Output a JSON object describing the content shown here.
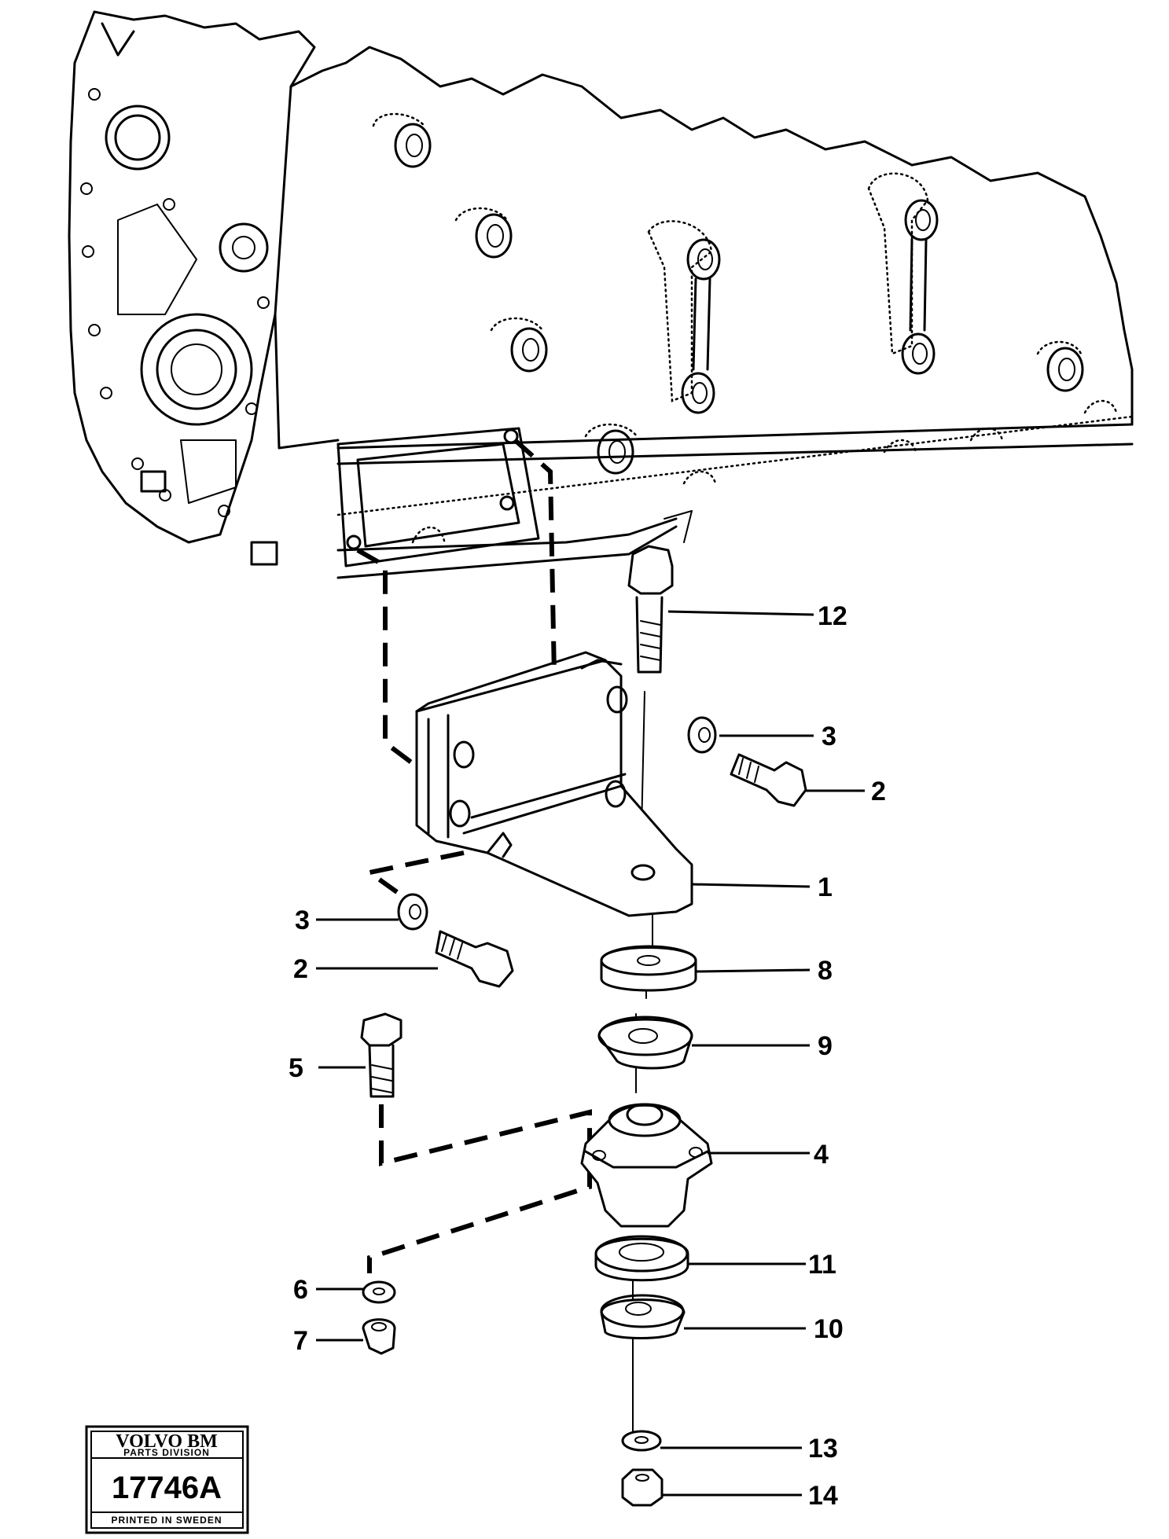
{
  "callouts": [
    {
      "id": "12",
      "label": "12"
    },
    {
      "id": "3a",
      "label": "3"
    },
    {
      "id": "2a",
      "label": "2"
    },
    {
      "id": "1",
      "label": "1"
    },
    {
      "id": "3b",
      "label": "3"
    },
    {
      "id": "2b",
      "label": "2"
    },
    {
      "id": "8",
      "label": "8"
    },
    {
      "id": "9",
      "label": "9"
    },
    {
      "id": "5",
      "label": "5"
    },
    {
      "id": "4",
      "label": "4"
    },
    {
      "id": "11",
      "label": "11"
    },
    {
      "id": "6",
      "label": "6"
    },
    {
      "id": "7",
      "label": "7"
    },
    {
      "id": "10",
      "label": "10"
    },
    {
      "id": "13",
      "label": "13"
    },
    {
      "id": "14",
      "label": "14"
    }
  ],
  "stamp": {
    "brand": "VOLVO BM",
    "division": "PARTS DIVISION",
    "number": "17746A",
    "printed": "PRINTED IN SWEDEN"
  }
}
